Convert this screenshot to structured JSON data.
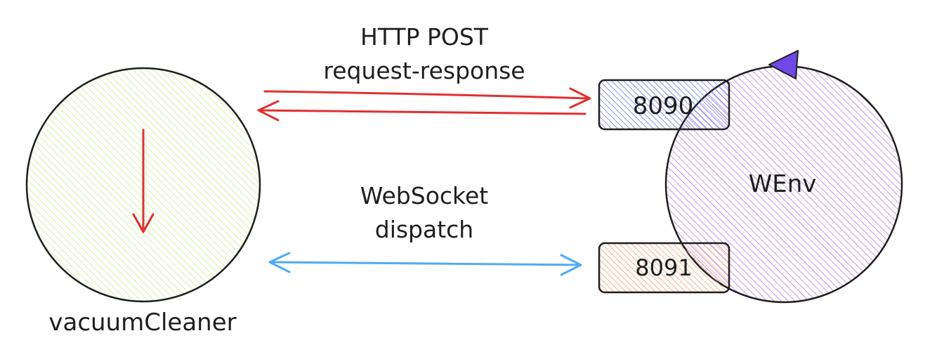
{
  "nodes": {
    "vacuum_cleaner": {
      "label": "vacuumCleaner",
      "fill": "#c0eb75"
    },
    "wenv": {
      "label": "WEnv",
      "fill": "#9c36b5",
      "marker": "#7048e8"
    },
    "port_http": {
      "label": "8090",
      "fill": "#4263eb"
    },
    "port_ws": {
      "label": "8091",
      "fill": "#e8590c"
    }
  },
  "edges": {
    "http": {
      "label_line1": "HTTP POST",
      "label_line2": "request-response",
      "color": "#e03131"
    },
    "websocket": {
      "label_line1": "WebSocket",
      "label_line2": "dispatch",
      "color": "#4dabf7"
    }
  },
  "stroke_color": "#1e1e1e"
}
